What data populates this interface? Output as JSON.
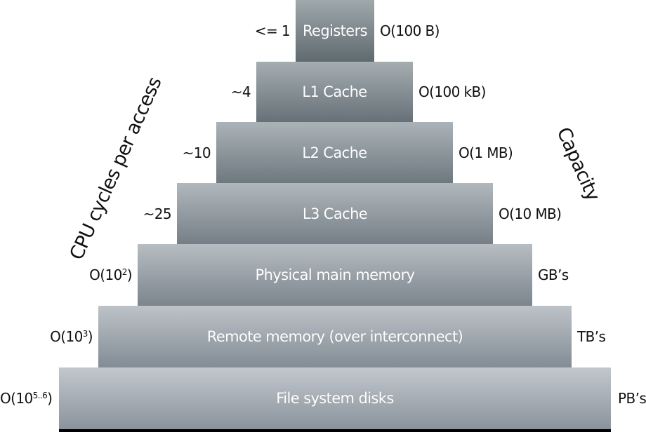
{
  "diagram": {
    "left_axis_title": "CPU cycles per access",
    "right_axis_title": "Capacity",
    "tiers": [
      {
        "label": "Registers",
        "latency": "<= 1",
        "latency_base": "",
        "latency_exp": "",
        "latency_tail": "",
        "capacity": "O(100 B)"
      },
      {
        "label": "L1 Cache",
        "latency": "~4",
        "latency_base": "",
        "latency_exp": "",
        "latency_tail": "",
        "capacity": "O(100 kB)"
      },
      {
        "label": "L2 Cache",
        "latency": "~10",
        "latency_base": "",
        "latency_exp": "",
        "latency_tail": "",
        "capacity": "O(1 MB)"
      },
      {
        "label": "L3 Cache",
        "latency": "~25",
        "latency_base": "",
        "latency_exp": "",
        "latency_tail": "",
        "capacity": "O(10 MB)"
      },
      {
        "label": "Physical main memory",
        "latency": "",
        "latency_base": "O(10",
        "latency_exp": "2",
        "latency_tail": ")",
        "capacity": "GB’s"
      },
      {
        "label": "Remote memory (over interconnect)",
        "latency": "",
        "latency_base": "O(10",
        "latency_exp": "3",
        "latency_tail": ")",
        "capacity": "TB’s"
      },
      {
        "label": "File system disks",
        "latency": "",
        "latency_base": "O(10",
        "latency_exp": "5..6",
        "latency_tail": ")",
        "capacity": "PB’s"
      }
    ],
    "colors": {
      "tier_top": "#9fa8ab",
      "tier_bottom": "#5f6a70",
      "tier_top_wide": "#c3c8ce",
      "tier_bottom_wide": "#8a939c",
      "text_on_tier": "#ffffff",
      "label_text": "#111111"
    }
  }
}
